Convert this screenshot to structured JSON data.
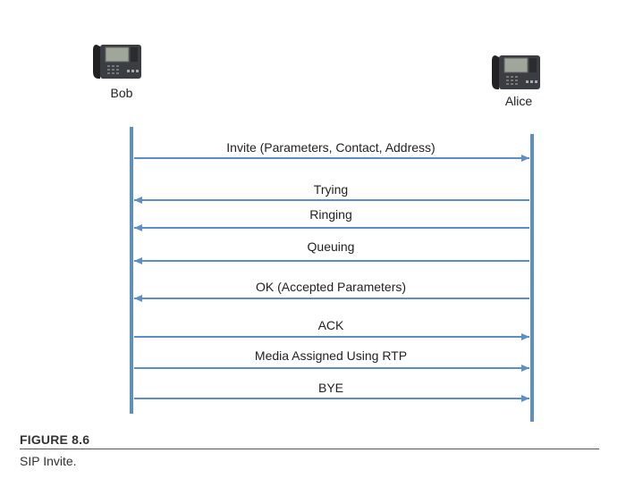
{
  "participants": [
    {
      "name": "Bob",
      "icon": "ip-phone-icon"
    },
    {
      "name": "Alice",
      "icon": "ip-phone-icon"
    }
  ],
  "colors": {
    "lifeline": "#5b8fcb",
    "arrow": "#5b8fcb"
  },
  "messages": [
    {
      "label": "Invite (Parameters, Contact, Address)",
      "from": "Bob",
      "to": "Alice"
    },
    {
      "label": "Trying",
      "from": "Alice",
      "to": "Bob"
    },
    {
      "label": "Ringing",
      "from": "Alice",
      "to": "Bob"
    },
    {
      "label": "Queuing",
      "from": "Alice",
      "to": "Bob"
    },
    {
      "label": "OK (Accepted Parameters)",
      "from": "Alice",
      "to": "Bob"
    },
    {
      "label": "ACK",
      "from": "Bob",
      "to": "Alice"
    },
    {
      "label": "Media Assigned Using RTP",
      "from": "Bob",
      "to": "Alice"
    },
    {
      "label": "BYE",
      "from": "Bob",
      "to": "Alice"
    }
  ],
  "figure": {
    "number": "FIGURE 8.6",
    "caption": "SIP Invite."
  }
}
